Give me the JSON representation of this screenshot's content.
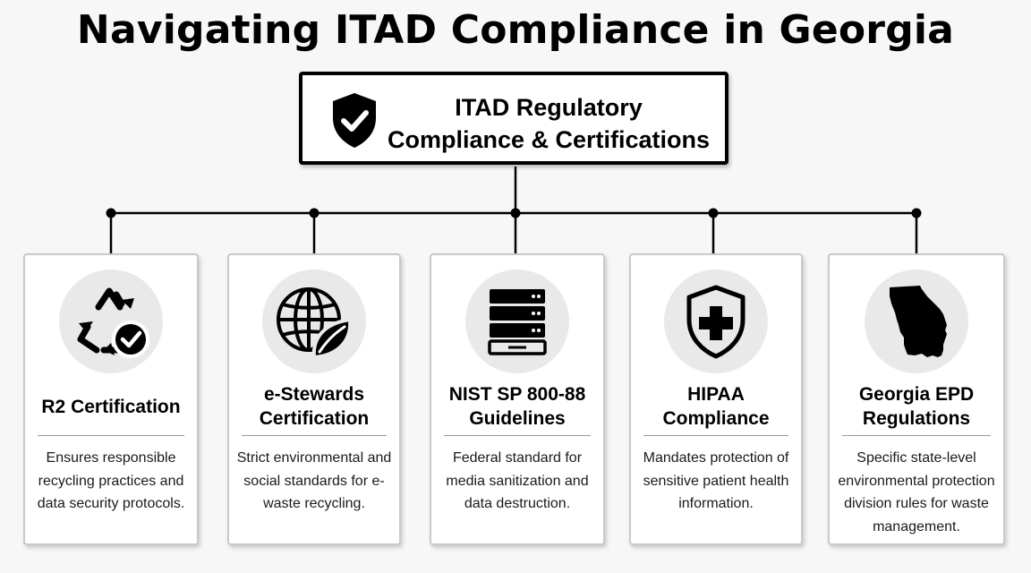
{
  "title": "Navigating ITAD Compliance in Georgia",
  "root": {
    "line1": "ITAD Regulatory",
    "line2": "Compliance & Certifications",
    "icon": "shield-check-icon"
  },
  "cards": [
    {
      "title": "R2 Certification",
      "description": "Ensures responsible recycling practices and data security protocols.",
      "icon": "recycle-check-icon"
    },
    {
      "title": "e-Stewards Certification",
      "description": "Strict environmental and social standards for e-waste recycling.",
      "icon": "globe-leaf-icon"
    },
    {
      "title": "NIST SP 800-88 Guidelines",
      "description": "Federal standard for media sanitization and data destruction.",
      "icon": "server-stack-icon"
    },
    {
      "title": "HIPAA Compliance",
      "description": "Mandates protection of sensitive patient health information.",
      "icon": "shield-cross-icon"
    },
    {
      "title": "Georgia EPD Regulations",
      "description": "Specific state-level environmental protection division rules for waste management.",
      "icon": "georgia-map-icon"
    }
  ]
}
